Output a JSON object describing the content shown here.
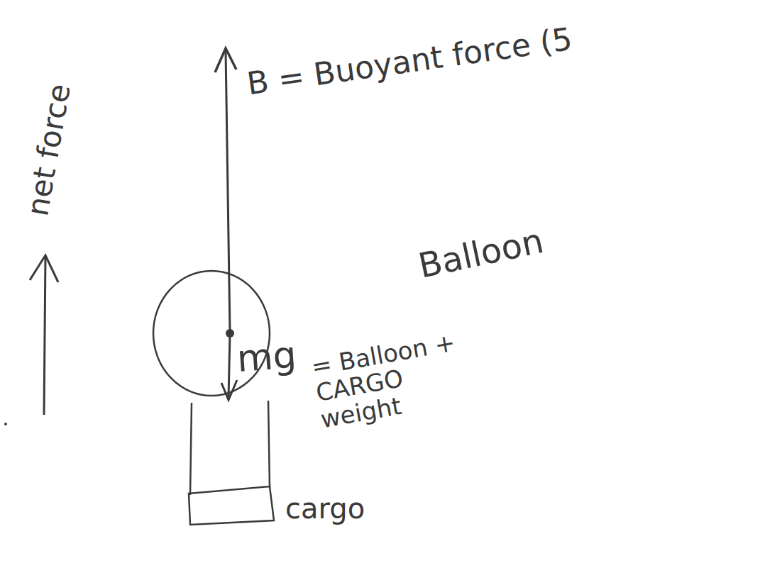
{
  "diagram": {
    "nodes": [
      {
        "text": [
          "cargo"
        ]
      }
    ],
    "labels": [
      "net force",
      "B = Buoyant force (5",
      "Balloon",
      "mg",
      "= Balloon + CARGO weight"
    ]
  }
}
